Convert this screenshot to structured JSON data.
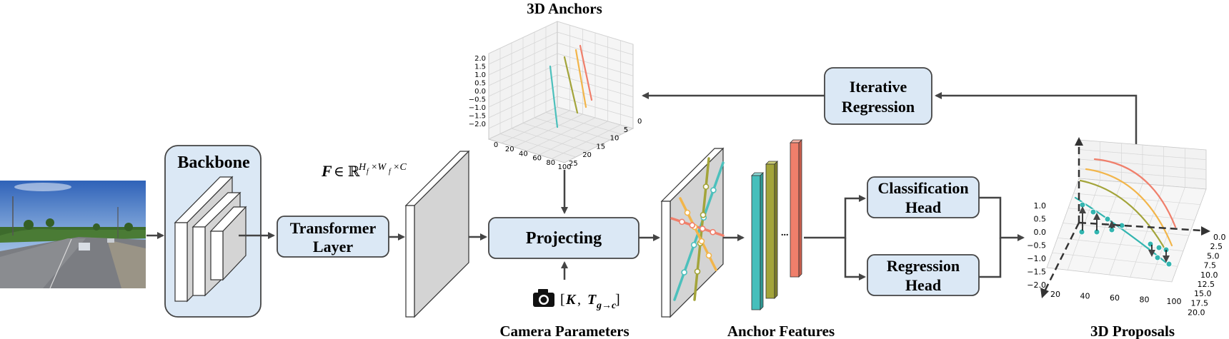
{
  "title_3d_anchors": "3D Anchors",
  "backbone_label": "Backbone",
  "transformer_line1": "Transformer",
  "transformer_line2": "Layer",
  "feature_symbol": "F",
  "feature_set": "∈ ℝ",
  "feature_exp_h": "H",
  "feature_exp_h_sub": "f",
  "feature_exp_w": "×W",
  "feature_exp_w_sub": "f",
  "feature_exp_c": "×C",
  "projecting_label": "Projecting",
  "camera_params_formula_open": "[",
  "camera_params_K": "K",
  "camera_params_comma": ", ",
  "camera_params_T": "T",
  "camera_params_T_sub": "g→c",
  "camera_params_close": "]",
  "camera_params_caption": "Camera Parameters",
  "anchor_features_caption": "Anchor Features",
  "anchor_features_dots": "...",
  "iterative_line1": "Iterative",
  "iterative_line2": "Regression",
  "classification_line1": "Classification",
  "classification_line2": "Head",
  "regression_line1": "Regression",
  "regression_line2": "Head",
  "proposals_caption": "3D Proposals",
  "anchors_plot": {
    "z_ticks": [
      "2.0",
      "1.5",
      "1.0",
      "0.5",
      "0.0",
      "−0.5",
      "−1.0",
      "−1.5",
      "−2.0"
    ],
    "x_ticks": [
      "0",
      "20",
      "40",
      "60",
      "80",
      "100"
    ],
    "y_ticks": [
      "0",
      "5",
      "10",
      "15",
      "20",
      "25"
    ],
    "line_colors": [
      "#4cc0bc",
      "#a3a43a",
      "#f2b54a",
      "#f07f6b"
    ]
  },
  "proposals_plot": {
    "z_ticks": [
      "1.0",
      "0.5",
      "0.0",
      "−0.5",
      "−1.0",
      "−1.5",
      "−2.0"
    ],
    "x_ticks": [
      "20",
      "40",
      "60",
      "80",
      "100"
    ],
    "y_ticks": [
      "0.0",
      "2.5",
      "5.0",
      "7.5",
      "10.0",
      "12.5",
      "15.0",
      "17.5",
      "20.0"
    ],
    "line_colors": [
      "#f07f6b",
      "#f2b54a",
      "#a3a43a",
      "#33b5b0"
    ]
  },
  "colors": {
    "box_fill": "#dbe8f5",
    "box_stroke": "#444444",
    "arrow": "#444444",
    "teal_bar": "#46bfbb",
    "olive_bar": "#a3a43a",
    "salmon_bar": "#f07f6b"
  },
  "icons": {
    "camera": "camera-icon"
  }
}
